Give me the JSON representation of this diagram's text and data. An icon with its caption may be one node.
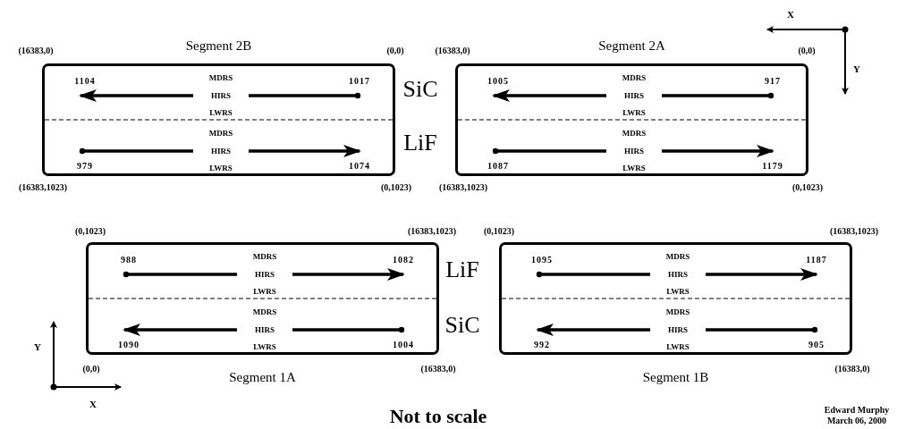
{
  "diagram": {
    "caption": "Not to scale",
    "nodes": [
      {
        "text": [
          "Segment 2B",
          "1104",
          "1017",
          "MDRS",
          "HIRS",
          "LWRS",
          "MDRS",
          "HIRS",
          "979",
          "1074",
          "LWRS"
        ],
        "beside": [
          "(16383,0)",
          "(0,0)",
          "(16383,1023)",
          "(0,1023)"
        ]
      },
      {
        "text": [
          "Segment 2A",
          "1005",
          "917",
          "MDRS",
          "HIRS",
          "LWRS",
          "MDRS",
          "HIRS",
          "1087",
          "1179",
          "LWRS"
        ],
        "beside": [
          "(16383,0)",
          "(0,0)",
          "(16383,1023)",
          "(0,1023)"
        ]
      },
      {
        "text": [
          "Segment 1A",
          "988",
          "1082",
          "MDRS",
          "HIRS",
          "LWRS",
          "MDRS",
          "HIRS",
          "1090",
          "1004",
          "LWRS"
        ],
        "beside": [
          "(0,1023)",
          "(16383,1023)",
          "(0,0)",
          "(16383,0)"
        ]
      },
      {
        "text": [
          "Segment 1B",
          "1095",
          "1187",
          "MDRS",
          "HIRS",
          "LWRS",
          "MDRS",
          "HIRS",
          "992",
          "905",
          "LWRS"
        ],
        "beside": [
          "(0,1023)",
          "(16383,1023)",
          "(16383,0)"
        ]
      }
    ],
    "labels": [
      "X",
      "Y",
      "SiC",
      "LiF",
      "LiF",
      "SiC",
      "Y",
      "X",
      "Edward Murphy",
      "March 06, 2000"
    ]
  }
}
